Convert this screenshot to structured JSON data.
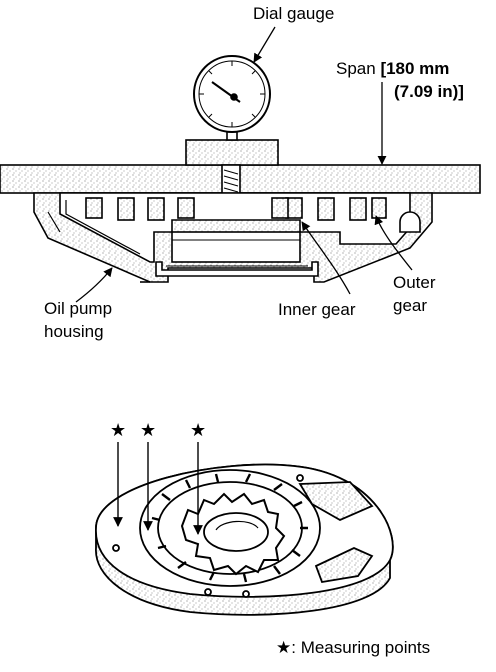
{
  "labels": {
    "dial_gauge": "Dial gauge",
    "span_prefix": "Span",
    "span_mm": "[180 mm",
    "span_in": "(7.09 in)]",
    "outer_gear_line1": "Outer",
    "outer_gear_line2": "gear",
    "inner_gear": "Inner gear",
    "oil_pump_line1": "Oil pump",
    "oil_pump_line2": "housing",
    "legend_symbol": "★",
    "legend_text": ": Measuring points"
  },
  "markers": [
    "★",
    "★",
    "★"
  ]
}
